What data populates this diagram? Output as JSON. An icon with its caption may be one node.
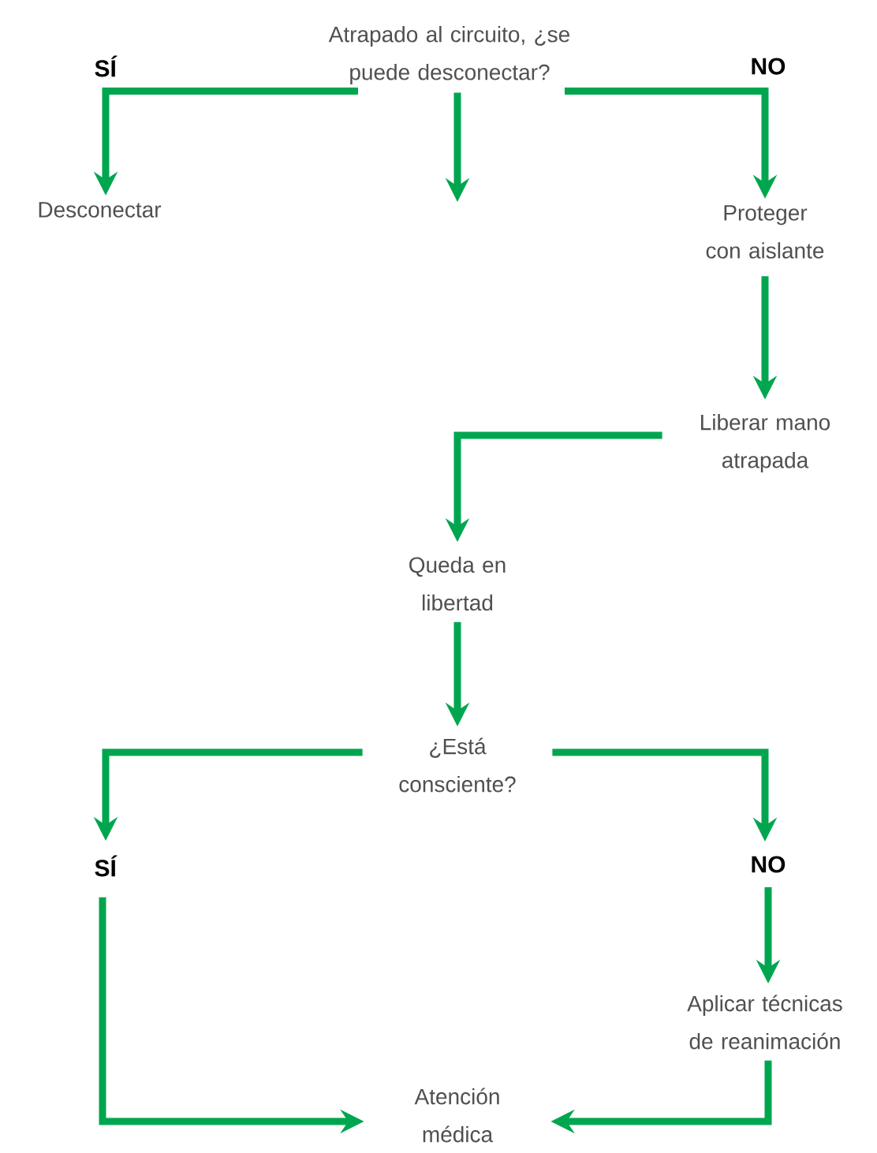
{
  "diagram": {
    "nodes": [
      {
        "text": [
          "Atrapado al circuito, ¿se puede desconectar?"
        ]
      },
      {
        "text": [
          "Desconectar"
        ]
      },
      {
        "text": [
          "Proteger con aislante"
        ]
      },
      {
        "text": [
          "Liberar mano atrapada"
        ]
      },
      {
        "text": [
          "Queda en libertad"
        ]
      },
      {
        "text": [
          "¿Está consciente?"
        ]
      },
      {
        "text": [
          "**SÍ**"
        ]
      },
      {
        "text": [
          "**NO**"
        ]
      },
      {
        "text": [
          "Aplicar técnicas de reanimación"
        ]
      },
      {
        "text": [
          "Atención médica"
        ]
      }
    ],
    "edges": [
      {
        "from": 0,
        "to": 1,
        "arrow": "to",
        "label": "**SÍ**"
      },
      {
        "from": 0,
        "to": null,
        "arrow": "to"
      },
      {
        "from": 0,
        "to": 2,
        "arrow": "to",
        "label": "**NO**"
      },
      {
        "from": 2,
        "to": 3,
        "arrow": "to"
      },
      {
        "from": 3,
        "to": 4,
        "arrow": "to"
      },
      {
        "from": 4,
        "to": 5,
        "arrow": "to"
      },
      {
        "from": 5,
        "to": 6,
        "arrow": "to"
      },
      {
        "from": 5,
        "to": 7,
        "arrow": "to"
      },
      {
        "from": 6,
        "to": 9,
        "arrow": "to"
      },
      {
        "from": 7,
        "to": 8,
        "arrow": "to"
      },
      {
        "from": 8,
        "to": 9,
        "arrow": "to"
      }
    ]
  }
}
